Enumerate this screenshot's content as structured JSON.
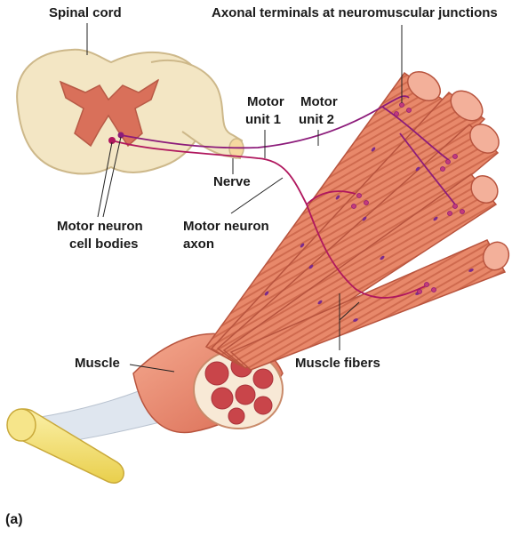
{
  "labels": {
    "spinal_cord": "Spinal cord",
    "axonal_terminals": "Axonal terminals at neuromuscular junctions",
    "motor_unit_1_line1": "Motor",
    "motor_unit_1_line2": "unit 1",
    "motor_unit_2_line1": "Motor",
    "motor_unit_2_line2": "unit 2",
    "nerve": "Nerve",
    "motor_neuron_cell_bodies_line1": "Motor neuron",
    "motor_neuron_cell_bodies_line2": "cell bodies",
    "motor_neuron_axon_line1": "Motor neuron",
    "motor_neuron_axon_line2": "axon",
    "muscle": "Muscle",
    "muscle_fibers": "Muscle fibers",
    "panel": "(a)"
  },
  "colors": {
    "spinal_white_matter": "#f3e6c4",
    "spinal_gray_matter": "#d9705a",
    "muscle_fiber": "#e8886a",
    "muscle_fiber_stripe": "#c8563f",
    "nucleus": "#7a2a8c",
    "axon_unit_1": "#b0175e",
    "axon_unit_2": "#8c1b7a",
    "tendon_bone": "#f2e06a",
    "fascicle": "#c9454a"
  }
}
